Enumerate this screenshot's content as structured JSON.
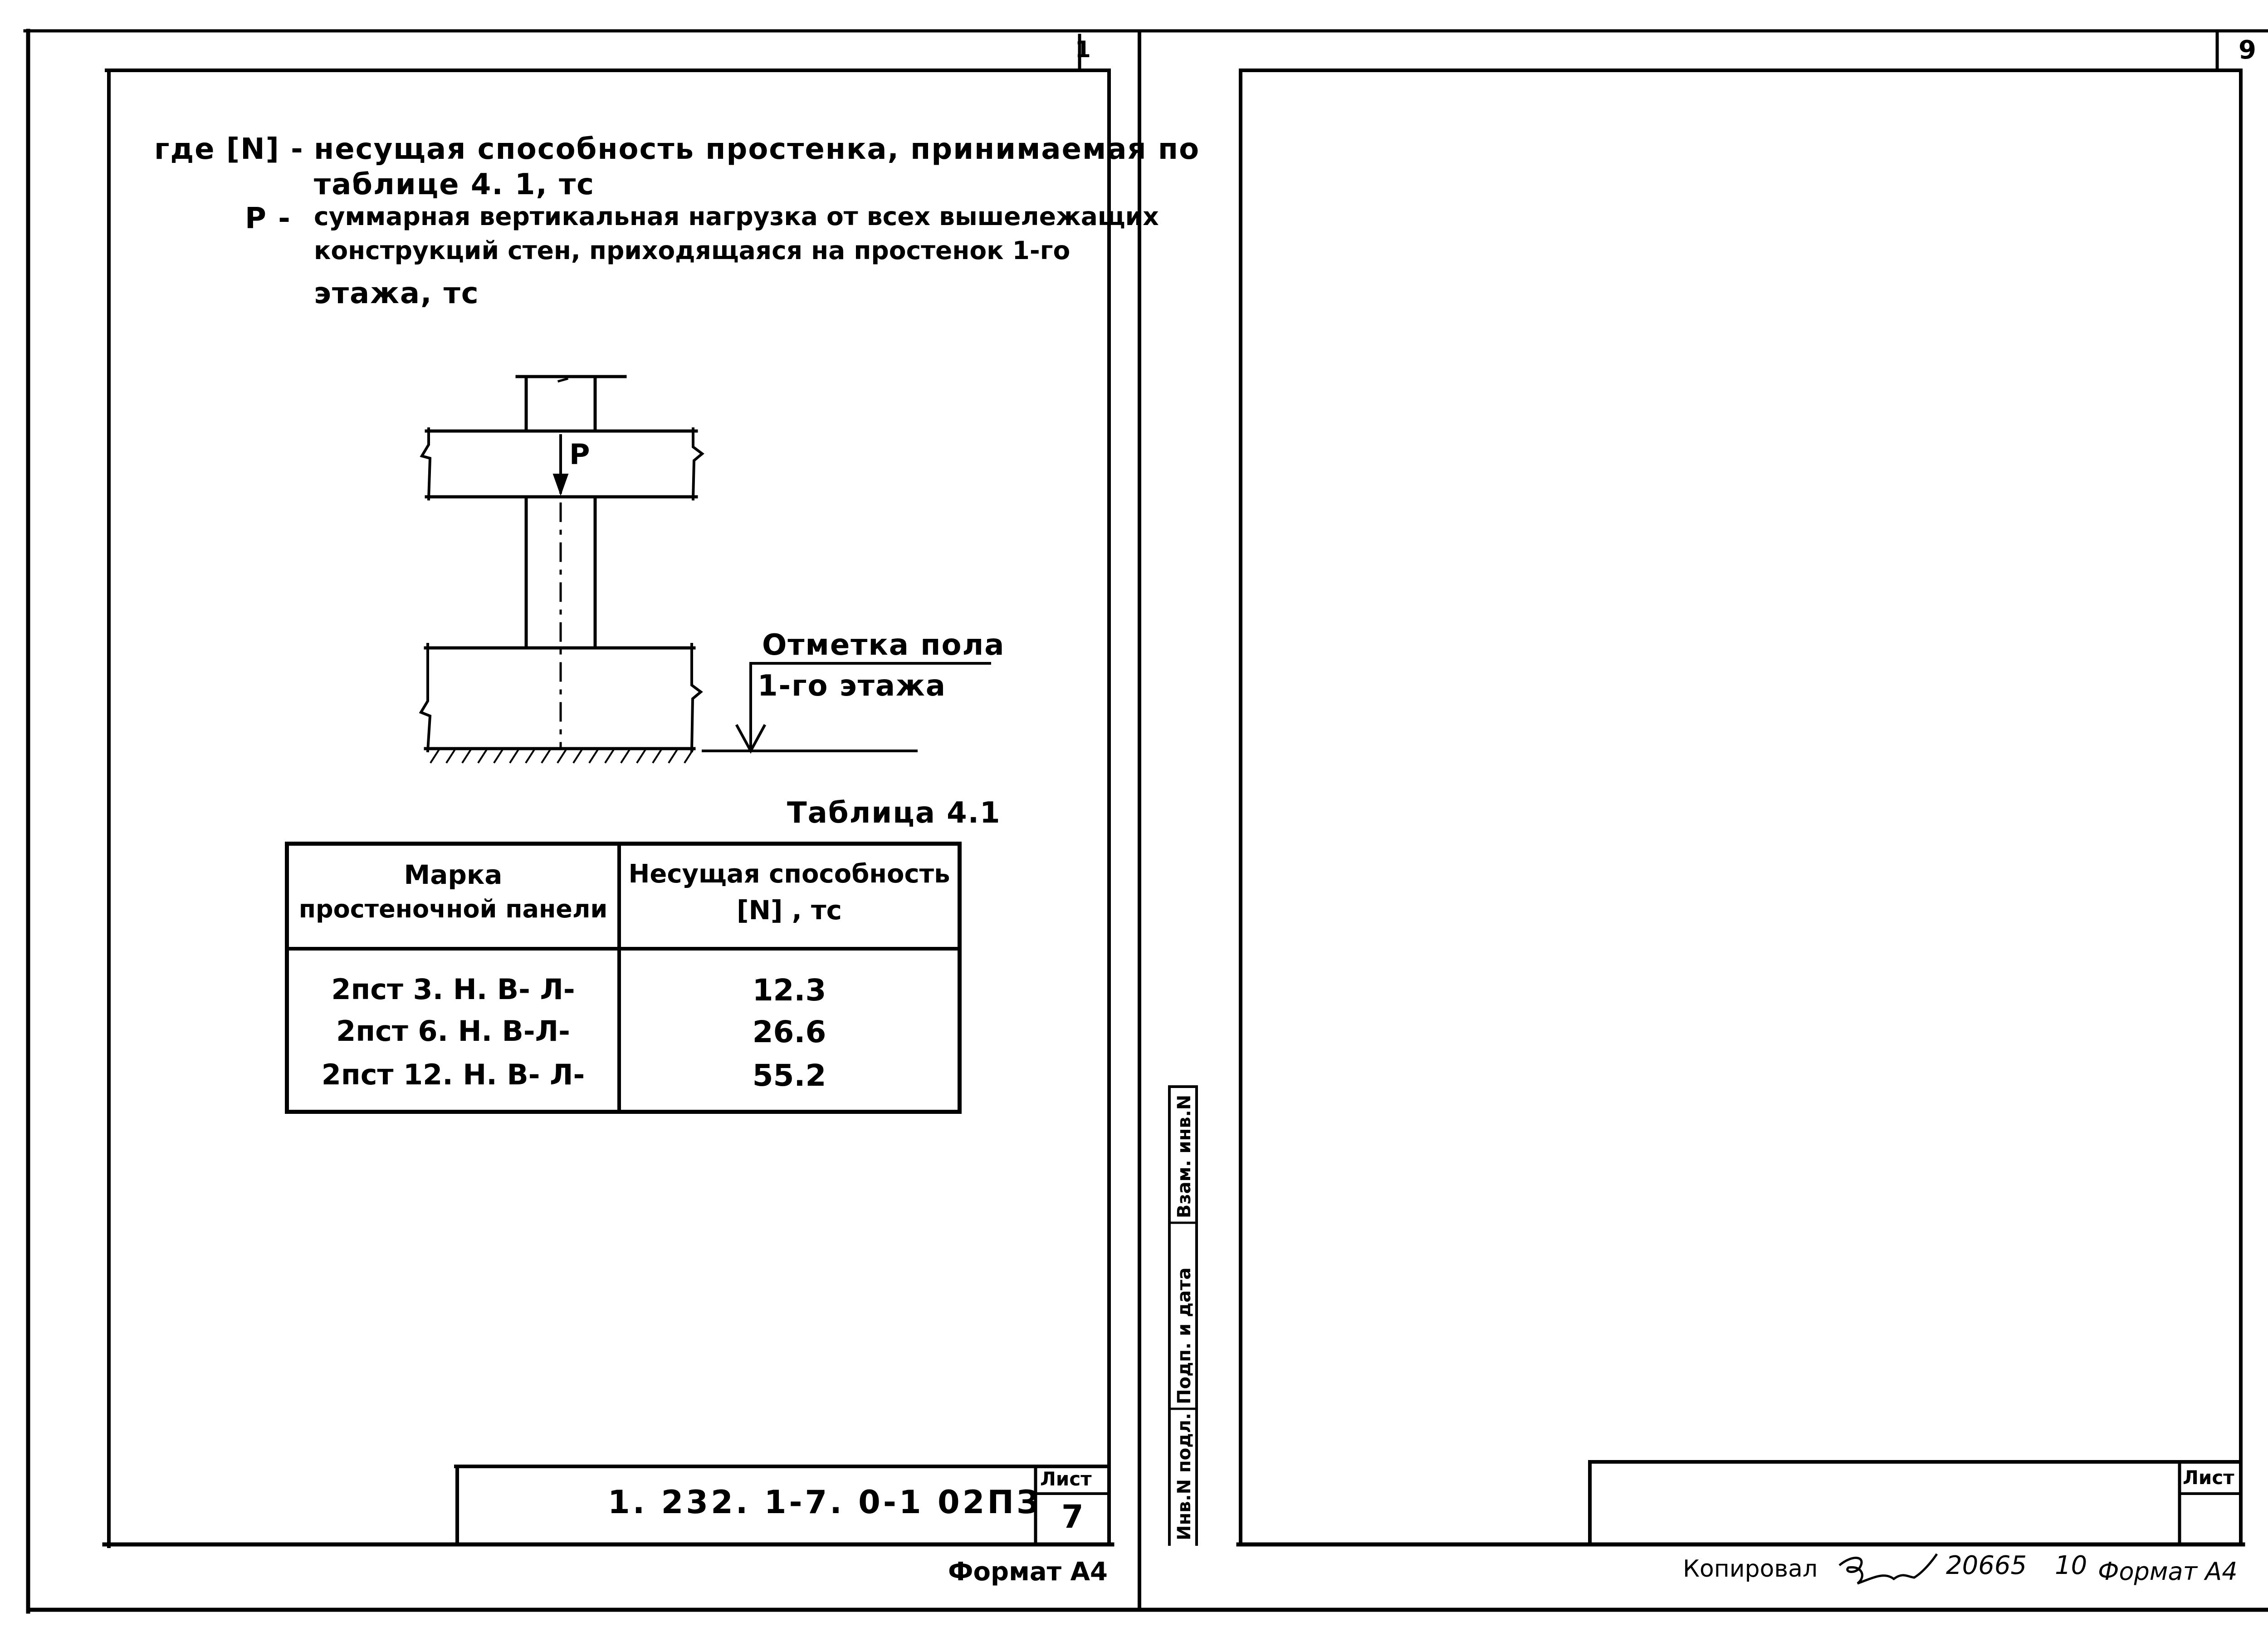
{
  "left_sheet": {
    "corner_mark": "1",
    "legend": [
      {
        "symbol": "где [N] -",
        "lines": [
          "несущая способность простенка, принимаемая    по",
          "таблице 4. 1, тс"
        ]
      },
      {
        "symbol": "P -",
        "lines": [
          "суммарная вертикальная нагрузка от всех вышележащих",
          "конструкций стен, приходящаяся на простенок 1-го",
          "этажа, тс"
        ]
      }
    ],
    "drawing": {
      "load_label": "P",
      "floor_mark_line1": "Отметка пола",
      "floor_mark_line2": "1-го  этажа"
    },
    "table_caption": "Таблица 4.1",
    "table": {
      "header_col1_line1": "Марка",
      "header_col1_line2": "простеночной панели",
      "header_col2_line1": "Несущая способность",
      "header_col2_line2": "[N] , тс",
      "rows": [
        {
          "mark": "2пст 3. Н. В- Л-",
          "capacity": "12.3"
        },
        {
          "mark": "2пст 6. Н. В-Л-",
          "capacity": "26.6"
        },
        {
          "mark": "2пст 12. Н. В- Л-",
          "capacity": "55.2"
        }
      ]
    },
    "stamp": {
      "code": "1. 232. 1-7. 0-1 02ПЗ",
      "sheet_label": "Лист",
      "sheet_number": "7"
    },
    "format_label": "Формат А4"
  },
  "right_sheet": {
    "corner_mark": "9",
    "side_labels": [
      "Инв.N подл.",
      "Подп. и дата",
      "Взам. инв.N"
    ],
    "stamp": {
      "sheet_label": "Лист"
    },
    "copied_label": "Копировал",
    "order_number": "20665",
    "extra_number": "10",
    "format_label": "Формат А4"
  }
}
